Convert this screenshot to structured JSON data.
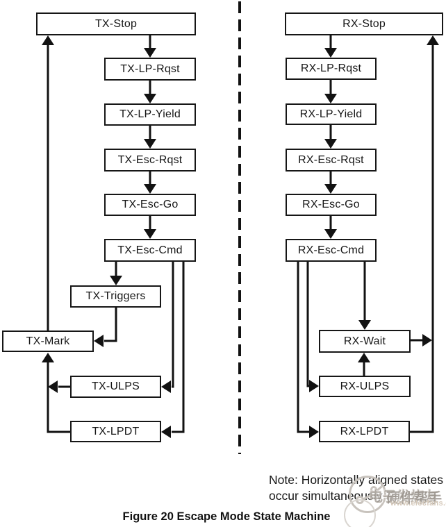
{
  "tx_column": {
    "states": [
      {
        "id": "tx-stop",
        "label": "TX-Stop"
      },
      {
        "id": "tx-lp-rqst",
        "label": "TX-LP-Rqst"
      },
      {
        "id": "tx-lp-yield",
        "label": "TX-LP-Yield"
      },
      {
        "id": "tx-esc-rqst",
        "label": "TX-Esc-Rqst"
      },
      {
        "id": "tx-esc-go",
        "label": "TX-Esc-Go"
      },
      {
        "id": "tx-esc-cmd",
        "label": "TX-Esc-Cmd"
      },
      {
        "id": "tx-triggers",
        "label": "TX-Triggers"
      },
      {
        "id": "tx-mark",
        "label": "TX-Mark"
      },
      {
        "id": "tx-ulps",
        "label": "TX-ULPS"
      },
      {
        "id": "tx-lpdt",
        "label": "TX-LPDT"
      }
    ]
  },
  "rx_column": {
    "states": [
      {
        "id": "rx-stop",
        "label": "RX-Stop"
      },
      {
        "id": "rx-lp-rqst",
        "label": "RX-LP-Rqst"
      },
      {
        "id": "rx-lp-yield",
        "label": "RX-LP-Yield"
      },
      {
        "id": "rx-esc-rqst",
        "label": "RX-Esc-Rqst"
      },
      {
        "id": "rx-esc-go",
        "label": "RX-Esc-Go"
      },
      {
        "id": "rx-esc-cmd",
        "label": "RX-Esc-Cmd"
      },
      {
        "id": "rx-wait",
        "label": "RX-Wait"
      },
      {
        "id": "rx-ulps",
        "label": "RX-ULPS"
      },
      {
        "id": "rx-lpdt",
        "label": "RX-LPDT"
      }
    ]
  },
  "note": {
    "line1": "Note: Horizontally aligned states",
    "line2": "occur simultaneously"
  },
  "caption": "Figure 20 Escape Mode State Machine",
  "watermark": {
    "brand_cn": "电子发烧友",
    "overlay_cn": "硬件帮手",
    "site": "www.elecfans.com"
  },
  "colors": {
    "line": "#121212",
    "box_border": "#161616",
    "background": "#ffffff",
    "watermark_gray": "#c8c3bd"
  }
}
